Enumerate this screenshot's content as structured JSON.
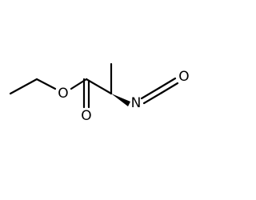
{
  "molecule": {
    "atoms": {
      "ester_oxygen": "O",
      "carbonyl_oxygen": "O",
      "nitrogen": "N",
      "isocyanate_oxygen": "O"
    },
    "bonds": {
      "ethyl_methyl_to_ch2": "single",
      "ch2_to_ester_oxygen": "single",
      "ester_oxygen_to_carbonyl_carbon": "single",
      "carbonyl_carbon_to_carbonyl_oxygen": "double",
      "carbonyl_carbon_to_alpha_carbon": "single",
      "alpha_carbon_to_methyl": "single",
      "alpha_carbon_to_nitrogen": "wedge",
      "nitrogen_to_isocyanate_carbon": "double",
      "isocyanate_carbon_to_oxygen": "double"
    },
    "colors": {
      "bond": "#000000",
      "label": "#000000",
      "background": "#ffffff"
    }
  }
}
